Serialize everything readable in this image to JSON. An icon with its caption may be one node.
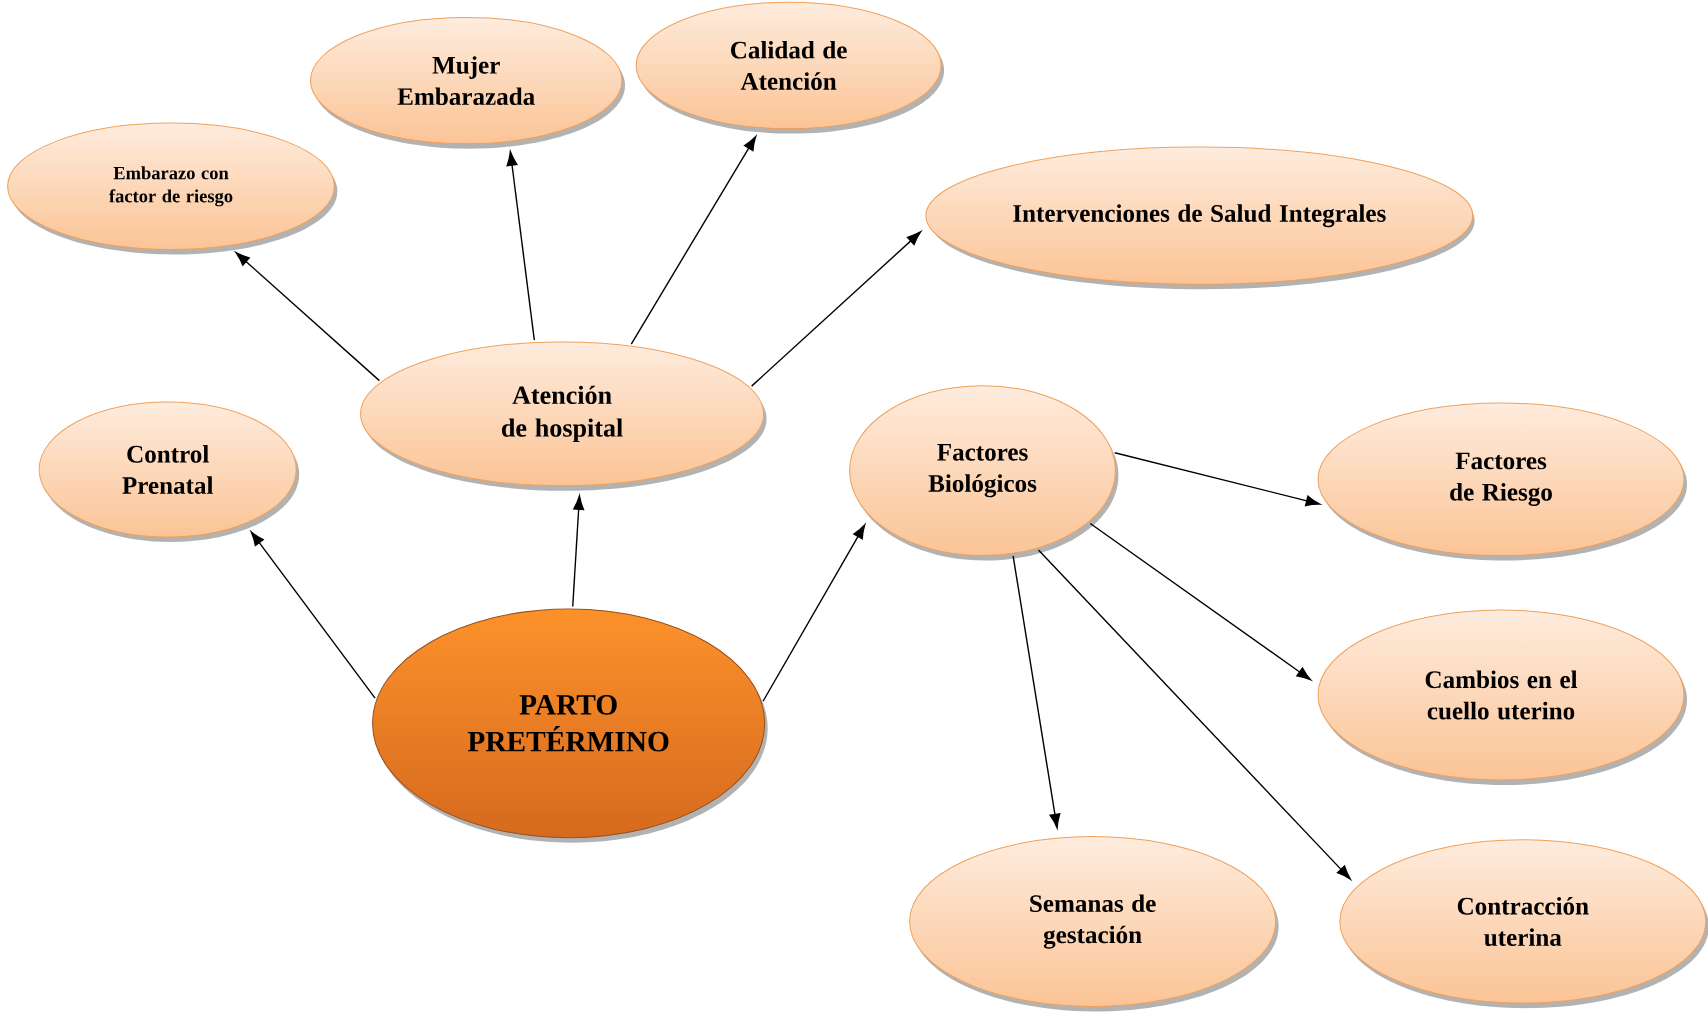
{
  "diagram": {
    "nodes": [
      {
        "text": [
          "PARTO PRETÉRMINO"
        ]
      },
      {
        "text": [
          "Control Prenatal"
        ]
      },
      {
        "text": [
          "Atención de hospital"
        ]
      },
      {
        "text": [
          "Embarazo con factor de riesgo"
        ]
      },
      {
        "text": [
          "Mujer Embarazada"
        ]
      },
      {
        "text": [
          "Calidad de Atención"
        ]
      },
      {
        "text": [
          "Intervenciones de Salud Integrales"
        ]
      },
      {
        "text": [
          "Factores Biológicos"
        ]
      },
      {
        "text": [
          "Factores de Riesgo"
        ]
      },
      {
        "text": [
          "Cambios en el cuello uterino"
        ]
      },
      {
        "text": [
          "Semanas de gestación"
        ]
      },
      {
        "text": [
          "Contracción uterina"
        ]
      }
    ],
    "edges": [
      {
        "from": 0,
        "to": 1,
        "arrow": "to"
      },
      {
        "from": 0,
        "to": 2,
        "arrow": "to"
      },
      {
        "from": 0,
        "to": 7,
        "arrow": "to"
      },
      {
        "from": 2,
        "to": 3,
        "arrow": "to"
      },
      {
        "from": 2,
        "to": 4,
        "arrow": "to"
      },
      {
        "from": 2,
        "to": 5,
        "arrow": "to"
      },
      {
        "from": 2,
        "to": 6,
        "arrow": "to"
      },
      {
        "from": 7,
        "to": 8,
        "arrow": "to"
      },
      {
        "from": 7,
        "to": 9,
        "arrow": "to"
      },
      {
        "from": 7,
        "to": 10,
        "arrow": "to"
      },
      {
        "from": 7,
        "to": 11,
        "arrow": "to"
      }
    ]
  }
}
